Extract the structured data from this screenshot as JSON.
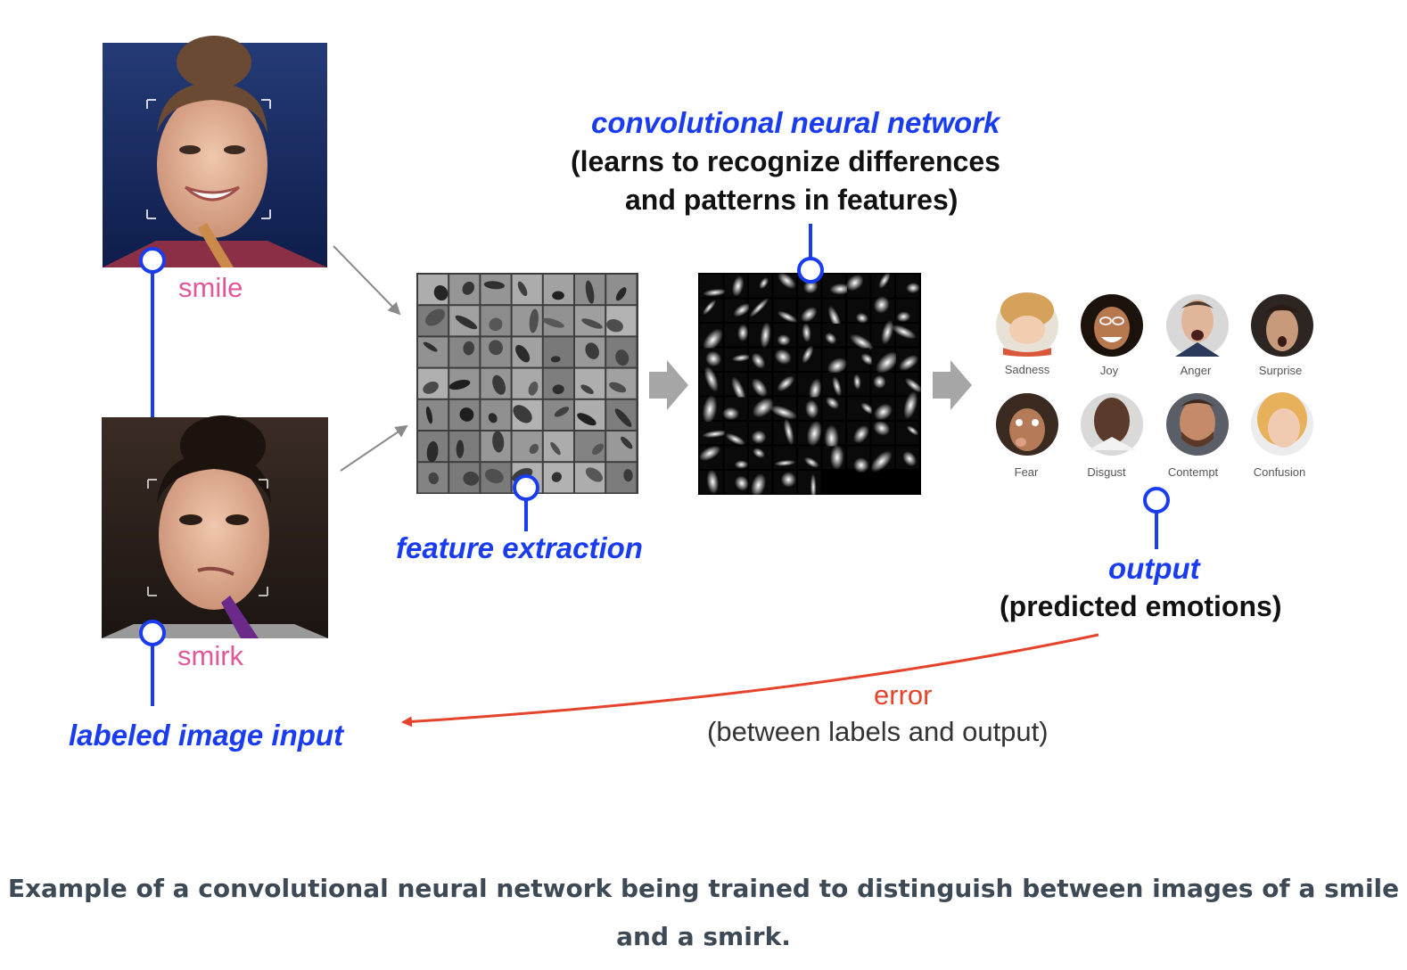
{
  "diagram": {
    "input_label": "labeled image input",
    "label_smile": "smile",
    "label_smirk": "smirk",
    "feature_label": "feature extraction",
    "cnn_title": "convolutional neural network",
    "cnn_desc_line1": "(learns to recognize differences",
    "cnn_desc_line2": "and patterns in features)",
    "output_title": "output",
    "output_desc": "(predicted emotions)",
    "error_label": "error",
    "error_desc": "(between labels and output)",
    "emotions": [
      "Sadness",
      "Joy",
      "Anger",
      "Surprise",
      "Fear",
      "Disgust",
      "Contempt",
      "Confusion"
    ]
  },
  "colors": {
    "annotation_blue": "#1a3cf0",
    "label_pink": "#e0579a",
    "error_red": "#e5432b",
    "arrow_gray": "#a6a6a6"
  },
  "caption": {
    "line1": "Example of a convolutional neural network being trained to distinguish between images of a smile",
    "line2": "and a smirk."
  }
}
